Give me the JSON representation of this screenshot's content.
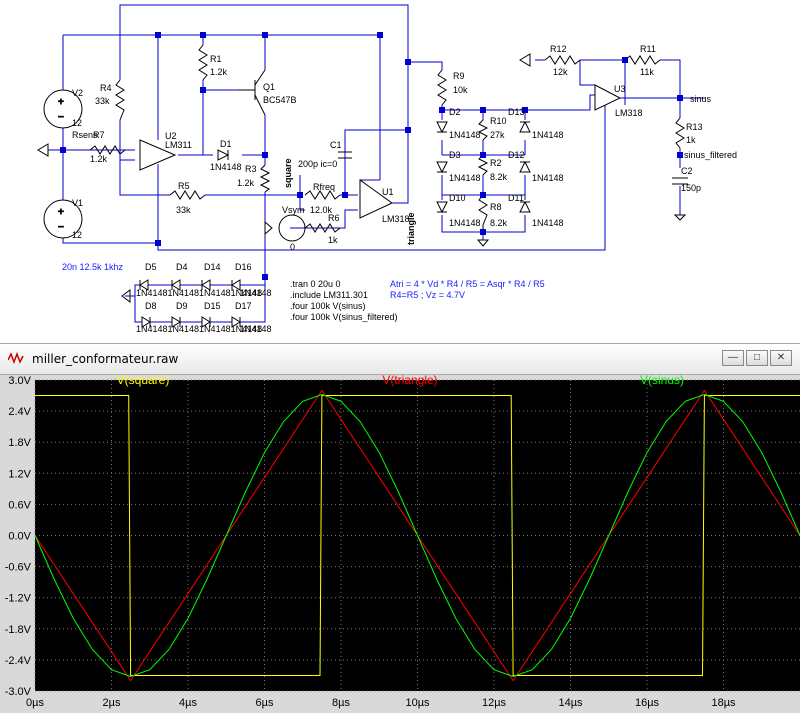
{
  "schematic": {
    "labels": {
      "V2": "V2",
      "V2_val": "12",
      "V1": "V1",
      "V1_val": "12",
      "Rsens": "Rsens",
      "R7": "R7",
      "R7_val": "1.2k",
      "R4": "R4",
      "R4_val": "33k",
      "R1": "R1",
      "R1_val": "1.2k",
      "Q1": "Q1",
      "Q1_val": "BC547B",
      "U2": "U2",
      "U2_val": "LM311",
      "D1": "D1",
      "D1_val": "1N4148",
      "R3": "R3",
      "R3_val": "1.2k",
      "square": "square",
      "R5": "R5",
      "R5_val": "33k",
      "C1": "C1",
      "C1_val": "200p ic=0",
      "Rfreq": "Rfreq",
      "Rfreq_val": "12.0k",
      "Vsym": "Vsym",
      "Vsym_val": "0",
      "R6": "R6",
      "R6_val": "1k",
      "U1": "U1",
      "U1_val": "LM318",
      "triangle": "triangle",
      "R9": "R9",
      "R9_val": "10k",
      "D2": "D2",
      "D13": "D13",
      "R10": "R10",
      "R10_val": "27k",
      "D3": "D3",
      "D12": "D12",
      "R2": "R2",
      "R2_val": "8.2k",
      "D10": "D10",
      "D11": "D11",
      "R8": "R8",
      "R8_val": "8.2k",
      "diode": "1N4148",
      "R12": "R12",
      "R12_val": "12k",
      "R11": "R11",
      "R11_val": "11k",
      "U3": "U3",
      "U3_val": "LM318",
      "sinus": "sinus",
      "R13": "R13",
      "R13_val": "1k",
      "sinus_filtered": "sinus_filtered",
      "C2": "C2",
      "C2_val": "150p",
      "pulse": "20n 12.5k 1khz",
      "D5": "D5",
      "D4": "D4",
      "D14": "D14",
      "D16": "D16",
      "D8": "D8",
      "D9": "D9",
      "D15": "D15",
      "D17": "D17",
      "diodeRow": "1N41481N41481N41481N4148"
    },
    "spice": [
      ".tran 0 20u 0",
      ".include LM311.301",
      ".four 100k V(sinus)",
      ".four 100k V(sinus_filtered)"
    ],
    "note1": "Atri = 4 * Vd * R4 / R5 = Asqr * R4 / R5",
    "note2": "R4=R5 ; Vz = 4.7V"
  },
  "window": {
    "title": "miller_conformateur.raw",
    "buttons": {
      "minimize": "—",
      "maximize": "□",
      "close": "✕"
    }
  },
  "chart_data": {
    "type": "line",
    "xlabel": "",
    "ylabel": "",
    "xlim": [
      0,
      20
    ],
    "ylim": [
      -3.0,
      3.0
    ],
    "x_unit": "µs",
    "y_unit": "V",
    "xticks": [
      "0µs",
      "2µs",
      "4µs",
      "6µs",
      "8µs",
      "10µs",
      "12µs",
      "14µs",
      "16µs",
      "18µs"
    ],
    "yticks": [
      "3.0V",
      "2.4V",
      "1.8V",
      "1.2V",
      "0.6V",
      "0.0V",
      "-0.6V",
      "-1.2V",
      "-1.8V",
      "-2.4V",
      "-3.0V"
    ],
    "grid": true,
    "legend_position": "top",
    "series": [
      {
        "name": "V(square)",
        "color": "#ffff00",
        "x": [
          0,
          2.45,
          2.5,
          7.45,
          7.5,
          12.45,
          12.5,
          17.45,
          17.5,
          20
        ],
        "y": [
          2.7,
          2.7,
          -2.7,
          -2.7,
          2.7,
          2.7,
          -2.7,
          -2.7,
          2.7,
          2.7
        ]
      },
      {
        "name": "V(triangle)",
        "color": "#ff0000",
        "x": [
          0,
          2.5,
          7.5,
          12.5,
          17.5,
          20
        ],
        "y": [
          0.0,
          -2.8,
          2.8,
          -2.8,
          2.8,
          0.0
        ]
      },
      {
        "name": "V(sinus)",
        "color": "#00ff00",
        "x": [
          0,
          0.5,
          1.0,
          1.5,
          2.0,
          2.5,
          3.0,
          3.5,
          4.0,
          4.5,
          5.0,
          5.5,
          6.0,
          6.5,
          7.0,
          7.5,
          8.0,
          8.5,
          9.0,
          9.5,
          10.0,
          10.5,
          11.0,
          11.5,
          12.0,
          12.5,
          13.0,
          13.5,
          14.0,
          14.5,
          15.0,
          15.5,
          16.0,
          16.5,
          17.0,
          17.5,
          18.0,
          18.5,
          19.0,
          19.5,
          20.0
        ],
        "y": [
          0.0,
          -0.84,
          -1.6,
          -2.2,
          -2.59,
          -2.72,
          -2.59,
          -2.2,
          -1.6,
          -0.84,
          0.0,
          0.84,
          1.6,
          2.2,
          2.59,
          2.72,
          2.59,
          2.2,
          1.6,
          0.84,
          0.0,
          -0.84,
          -1.6,
          -2.2,
          -2.59,
          -2.72,
          -2.59,
          -2.2,
          -1.6,
          -0.84,
          0.0,
          0.84,
          1.6,
          2.2,
          2.59,
          2.72,
          2.59,
          2.2,
          1.6,
          0.84,
          0.0
        ]
      }
    ]
  }
}
